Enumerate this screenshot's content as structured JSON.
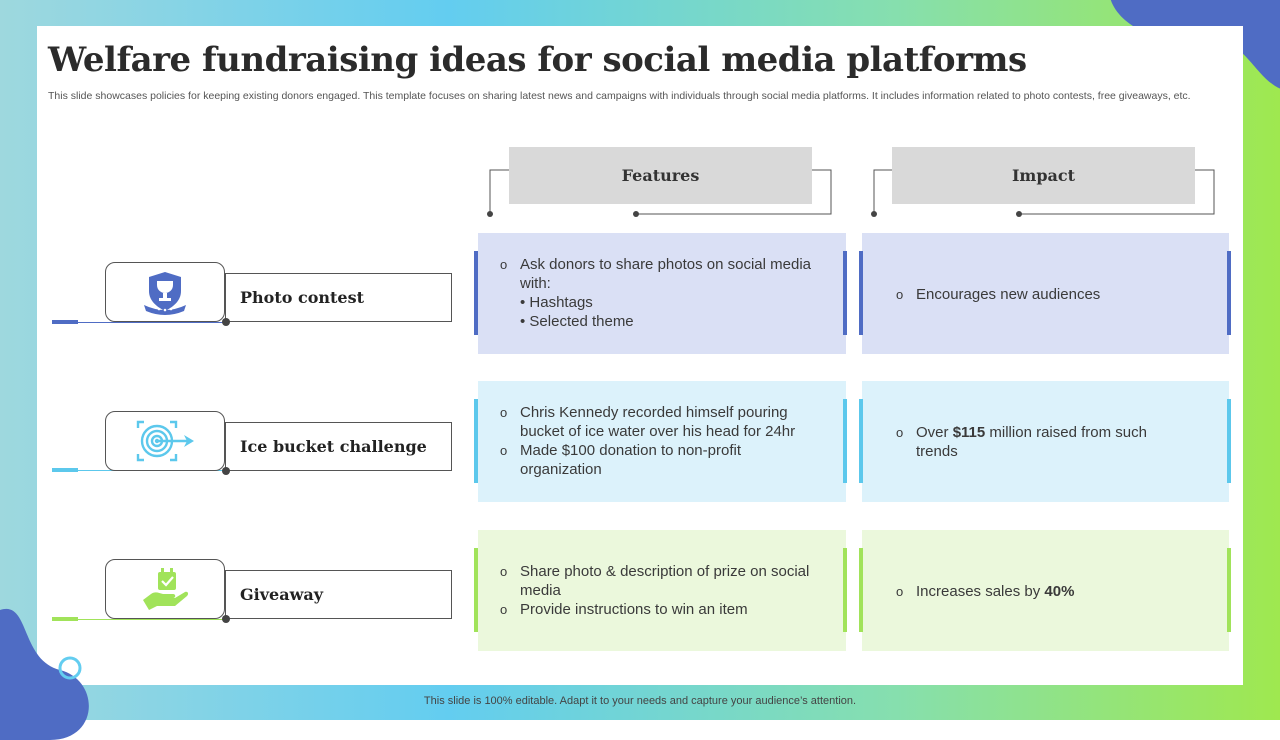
{
  "title": "Welfare fundraising ideas for social media platforms",
  "subtitle": "This slide showcases policies for keeping existing donors engaged. This template focuses on sharing latest news and campaigns with individuals through social media platforms. It includes information related to photo contests, free giveaways, etc.",
  "headers": {
    "features": "Features",
    "impact": "Impact"
  },
  "rows": [
    {
      "label": "Photo contest",
      "icon": "trophy-shield-icon",
      "feature_1": "Ask donors to share photos on social media with:",
      "feature_sub_1": "• Hashtags",
      "feature_sub_2": "• Selected theme",
      "impact_1": "Encourages new audiences"
    },
    {
      "label": "Ice bucket challenge",
      "icon": "target-dart-icon",
      "feature_1": "Chris Kennedy recorded himself pouring bucket of ice water over his head for 24hr",
      "feature_2": "Made $100 donation to non-profit organization",
      "impact_pre": "Over ",
      "impact_bold": "$115",
      "impact_post": " million raised from such trends"
    },
    {
      "label": "Giveaway",
      "icon": "hand-gift-icon",
      "feature_1": "Share photo & description of prize on social media",
      "feature_2": "Provide instructions  to win an item",
      "impact_pre": "Increases sales by ",
      "impact_bold": "40%"
    }
  ],
  "footer": "This slide is 100% editable. Adapt it to your needs and capture your audience’s attention.",
  "colors": {
    "blue": "#4f6cc4",
    "blue_card": "#dae0f5",
    "cyan": "#5cc8ec",
    "cyan_card": "#dcf2fb",
    "green": "#a1e35a",
    "green_card": "#ebf8dc"
  }
}
